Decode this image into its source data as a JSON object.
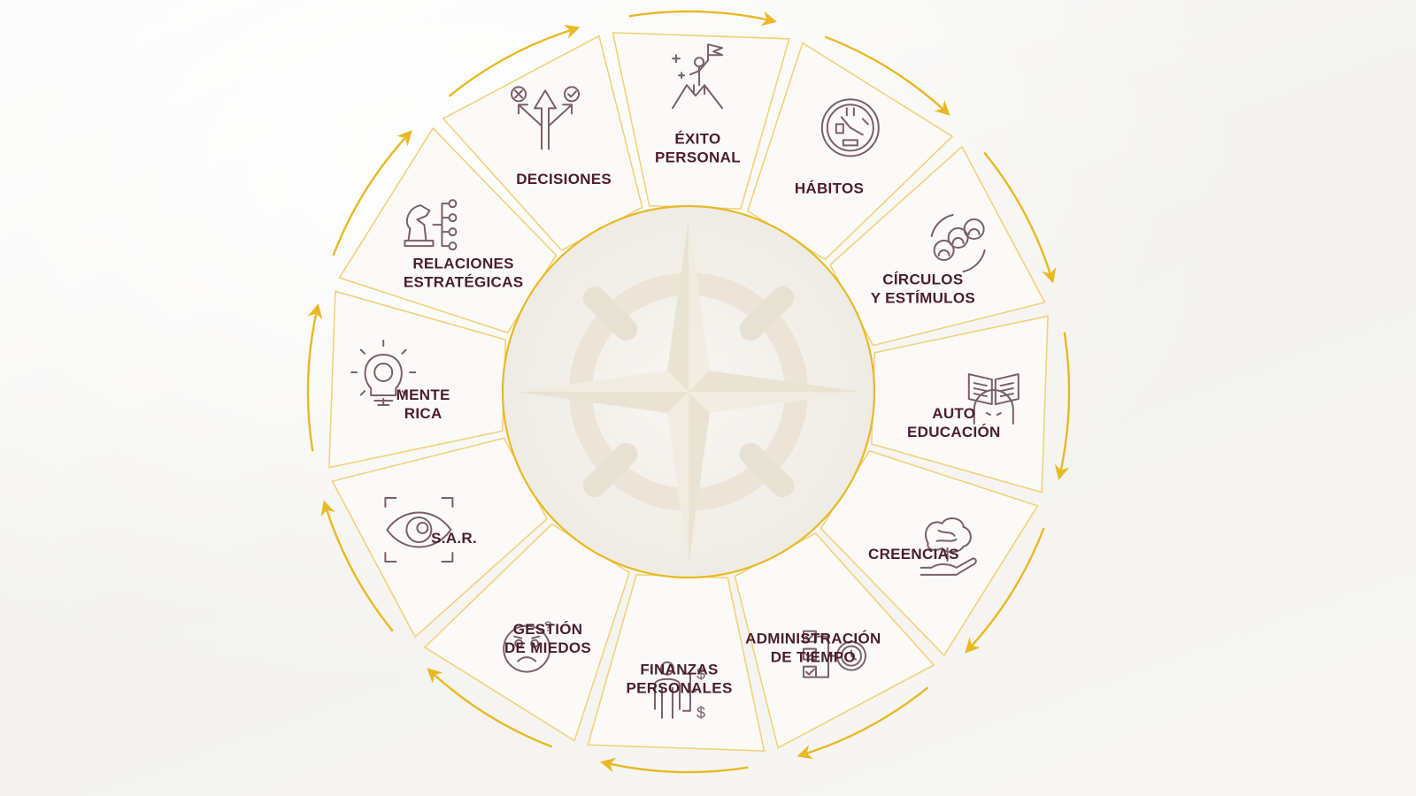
{
  "diagram": {
    "colors": {
      "gold": "#e8b923",
      "gold_light": "#f1d27a",
      "label": "#4a1e2c",
      "icon": "#7a6068",
      "segment_fill": "#fbfaf8",
      "center_fill": "#f3f1ec",
      "compass": "#ebe4d4"
    },
    "center": {
      "icon": "compass-rose-icon"
    },
    "segments": [
      {
        "id": "exito-personal",
        "lines": [
          "ÉXITO",
          "PERSONAL"
        ],
        "icon": "summit-flag-icon"
      },
      {
        "id": "habitos",
        "lines": [
          "HÁBITOS"
        ],
        "icon": "clock-habits-icon"
      },
      {
        "id": "circulos-estimulos",
        "lines": [
          "CÍRCULOS",
          "Y ESTÍMULOS"
        ],
        "icon": "people-cycle-icon"
      },
      {
        "id": "auto-educacion",
        "lines": [
          "AUTO",
          "EDUCACIÓN"
        ],
        "icon": "open-book-icon"
      },
      {
        "id": "creencias",
        "lines": [
          "CREENCIAS"
        ],
        "icon": "brain-hand-icon"
      },
      {
        "id": "administracion-tiempo",
        "lines": [
          "ADMINISTRACIÓN",
          "DE TIEMPO"
        ],
        "icon": "checklist-clock-icon"
      },
      {
        "id": "finanzas-personales",
        "lines": [
          "FINANZAS",
          "PERSONALES"
        ],
        "icon": "person-dollar-icon"
      },
      {
        "id": "gestion-miedos",
        "lines": [
          "GESTIÓN",
          "DE MIEDOS"
        ],
        "icon": "worried-face-icon"
      },
      {
        "id": "sar",
        "lines": [
          "S.A.R."
        ],
        "icon": "eye-focus-icon"
      },
      {
        "id": "mente-rica",
        "lines": [
          "MENTE",
          "RICA"
        ],
        "icon": "lightbulb-dollar-icon"
      },
      {
        "id": "relaciones-estrategicas",
        "lines": [
          "RELACIONES",
          "ESTRATÉGICAS"
        ],
        "icon": "chess-knight-network-icon"
      },
      {
        "id": "decisiones",
        "lines": [
          "DECISIONES"
        ],
        "icon": "branching-arrows-icon"
      }
    ]
  }
}
